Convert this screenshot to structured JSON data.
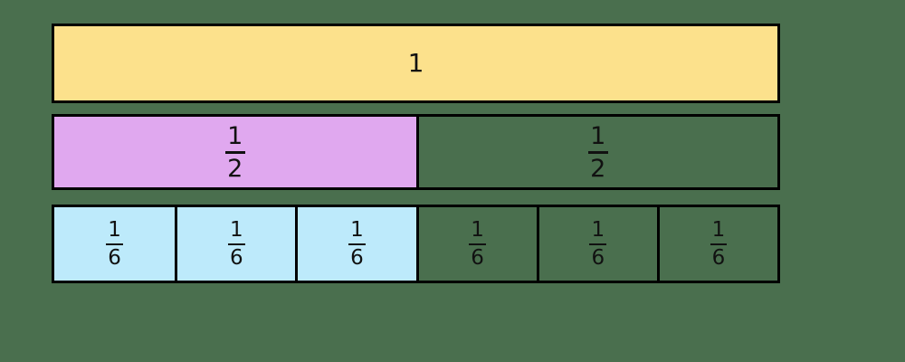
{
  "figure": {
    "type": "fraction-bar-model",
    "background_color": "#4a6f4e",
    "outline_color": "#000000",
    "text_color": "#111111",
    "bars": [
      {
        "name": "whole",
        "denominator": 1,
        "segments": 1,
        "shaded_count": 1,
        "fill_color": "#fce18c",
        "cells": [
          {
            "label": "1",
            "shaded": true
          }
        ]
      },
      {
        "name": "halves",
        "denominator": 2,
        "segments": 2,
        "shaded_count": 1,
        "fill_color": "#e0a8ef",
        "cells": [
          {
            "numerator": "1",
            "denominator": "2",
            "shaded": true
          },
          {
            "numerator": "1",
            "denominator": "2",
            "shaded": false
          }
        ]
      },
      {
        "name": "sixths",
        "denominator": 6,
        "segments": 6,
        "shaded_count": 3,
        "fill_color": "#bdeafb",
        "cells": [
          {
            "numerator": "1",
            "denominator": "6",
            "shaded": true
          },
          {
            "numerator": "1",
            "denominator": "6",
            "shaded": true
          },
          {
            "numerator": "1",
            "denominator": "6",
            "shaded": true
          },
          {
            "numerator": "1",
            "denominator": "6",
            "shaded": false
          },
          {
            "numerator": "1",
            "denominator": "6",
            "shaded": false
          },
          {
            "numerator": "1",
            "denominator": "6",
            "shaded": false
          }
        ]
      }
    ]
  }
}
